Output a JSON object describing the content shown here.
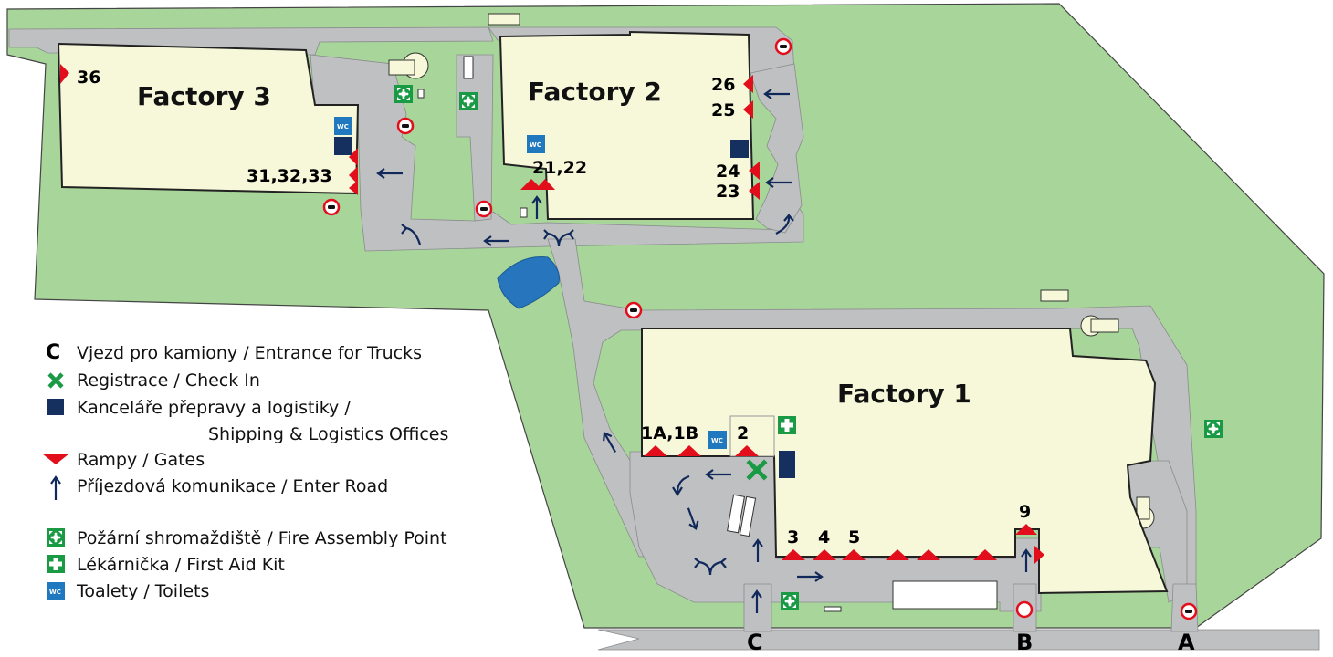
{
  "factories": {
    "factory_3": "Factory 3",
    "factory_2": "Factory 2",
    "factory_1": "Factory 1"
  },
  "gates": {
    "g36": "36",
    "g26": "26",
    "g25": "25",
    "g24": "24",
    "g23": "23",
    "g31_33": "31,32,33",
    "g21_22": "21,22",
    "g1a_1b": "1A,1B",
    "g2": "2",
    "g3": "3",
    "g4": "4",
    "g5": "5",
    "g9": "9"
  },
  "entrances": {
    "a": "A",
    "b": "B",
    "c": "C"
  },
  "icons": {
    "wc_text": "WC"
  },
  "legend": {
    "entrance_symbol": "C",
    "entrance": "Vjezd pro kamiony / Entrance for Trucks",
    "checkin": "Registrace / Check In",
    "offices_line1": "Kanceláře přepravy a logistiky /",
    "offices_line2": "Shipping & Logistics Offices",
    "gates": "Rampy / Gates",
    "road": "Příjezdová komunikace / Enter Road",
    "fire": "Požární shromaždiště / Fire Assembly Point",
    "firstaid": "Lékárnička / First Aid Kit",
    "toilets": "Toalety / Toilets"
  },
  "colors": {
    "grass": "#a8d59a",
    "road": "#bfc0c2",
    "building": "#f6f8d9",
    "gate_red": "#e20e1b",
    "arrow_navy": "#10295a",
    "office_navy": "#15305f",
    "checkin_green": "#1a9a45",
    "wc_blue": "#2078bf",
    "pond_blue": "#2675bd",
    "outline": "#333333"
  }
}
